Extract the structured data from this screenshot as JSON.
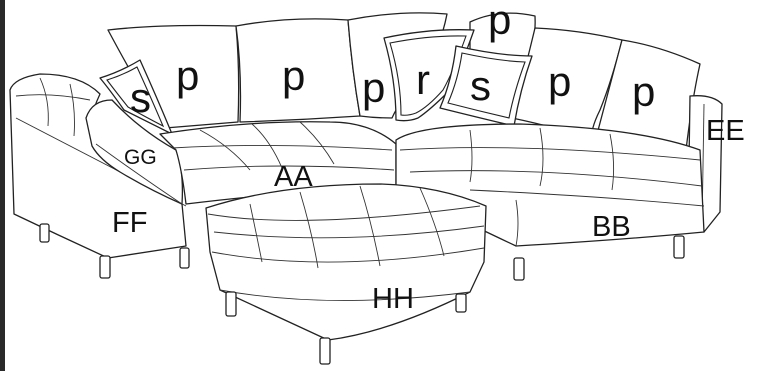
{
  "labels": {
    "p1": "p",
    "p2": "p",
    "p3": "p",
    "p_top": "p",
    "p5": "p",
    "p6": "p",
    "r": "r",
    "s_left": "s",
    "s_right": "s",
    "AA": "AA",
    "BB": "BB",
    "EE": "EE",
    "FF": "FF",
    "GG": "GG",
    "HH": "HH"
  }
}
